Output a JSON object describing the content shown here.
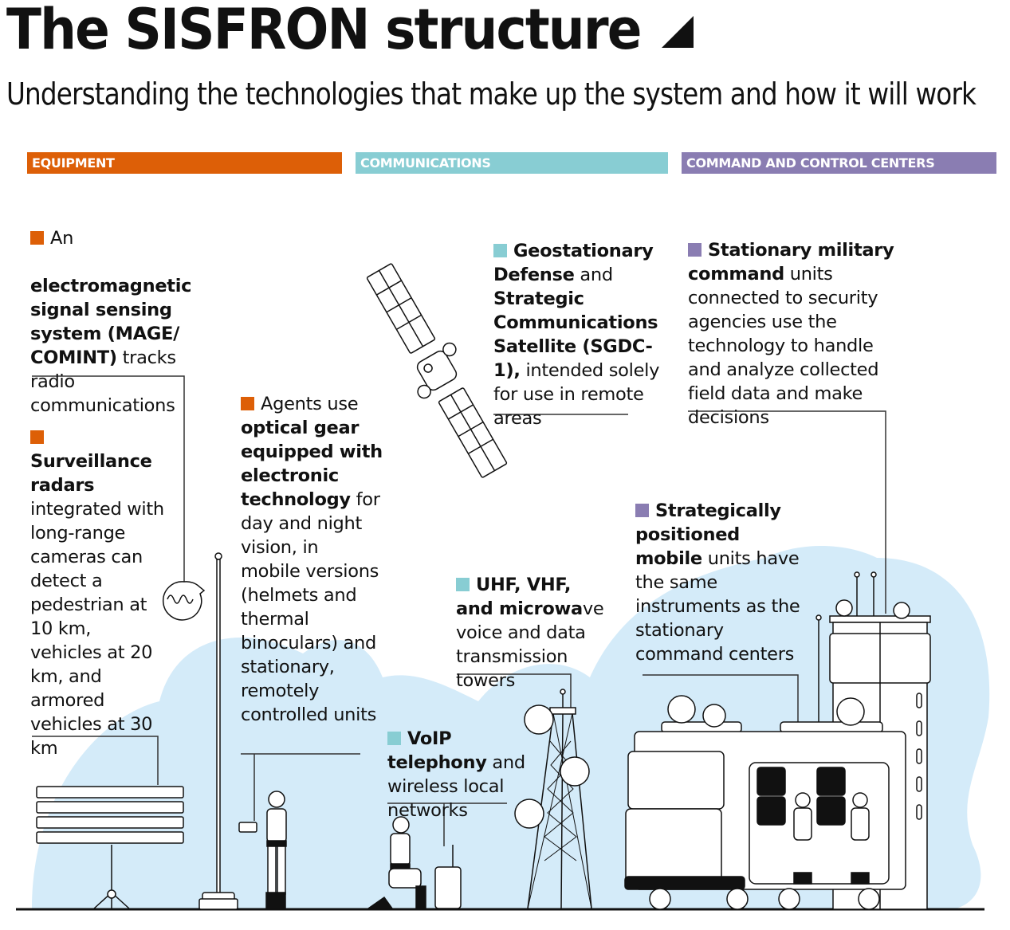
{
  "header": {
    "title": "The SISFRON structure",
    "subtitle": "Understanding the technologies that make up the system and how it will work"
  },
  "sections": [
    {
      "label": "EQUIPMENT",
      "color": "#dd5f07"
    },
    {
      "label": "COMMUNICATIONS",
      "color": "#88cdd3"
    },
    {
      "label": "COMMAND AND CONTROL CENTERS",
      "color": "#8a7db2"
    }
  ],
  "blurbs": {
    "mage": {
      "prefix": "An",
      "bold": "electromagnetic signal sensing system (MAGE/ COMINT)",
      "rest": "tracks radio communications"
    },
    "radar": {
      "bold": "Surveillance radars",
      "rest": "integrated with long-range cameras can detect a pedestrian at 10 km, vehicles at 20 km, and armored vehicles at 30 km"
    },
    "optical": {
      "prefix": "Agents use",
      "bold": "optical gear equipped with electronic technology",
      "rest": "for day and night vision, in mobile versions (helmets and thermal binoculars) and stationary, remotely controlled units"
    },
    "satellite": {
      "bold1": "Geostationary Defense",
      "mid": "and",
      "bold2": "Strategic Communications Satellite (SGDC-1),",
      "rest": "intended solely for use in remote areas"
    },
    "towers": {
      "bold": "UHF, VHF, and microwa",
      "rest": "ve voice and data transmission towers"
    },
    "voip": {
      "bold": "VoIP telephony",
      "rest": "and wireless local networks"
    },
    "stationary": {
      "bold": "Stationary military command",
      "rest": "units connected to security agencies use the technology to handle and analyze collected field data and make decisions"
    },
    "mobile": {
      "bold": "Strategically positioned mobile",
      "rest": "units have the same instruments as the stationary command centers"
    }
  },
  "colors": {
    "equipment": "#dd5f07",
    "communications": "#88cdd3",
    "command": "#8a7db2",
    "cloud": "#d4ebf9"
  }
}
